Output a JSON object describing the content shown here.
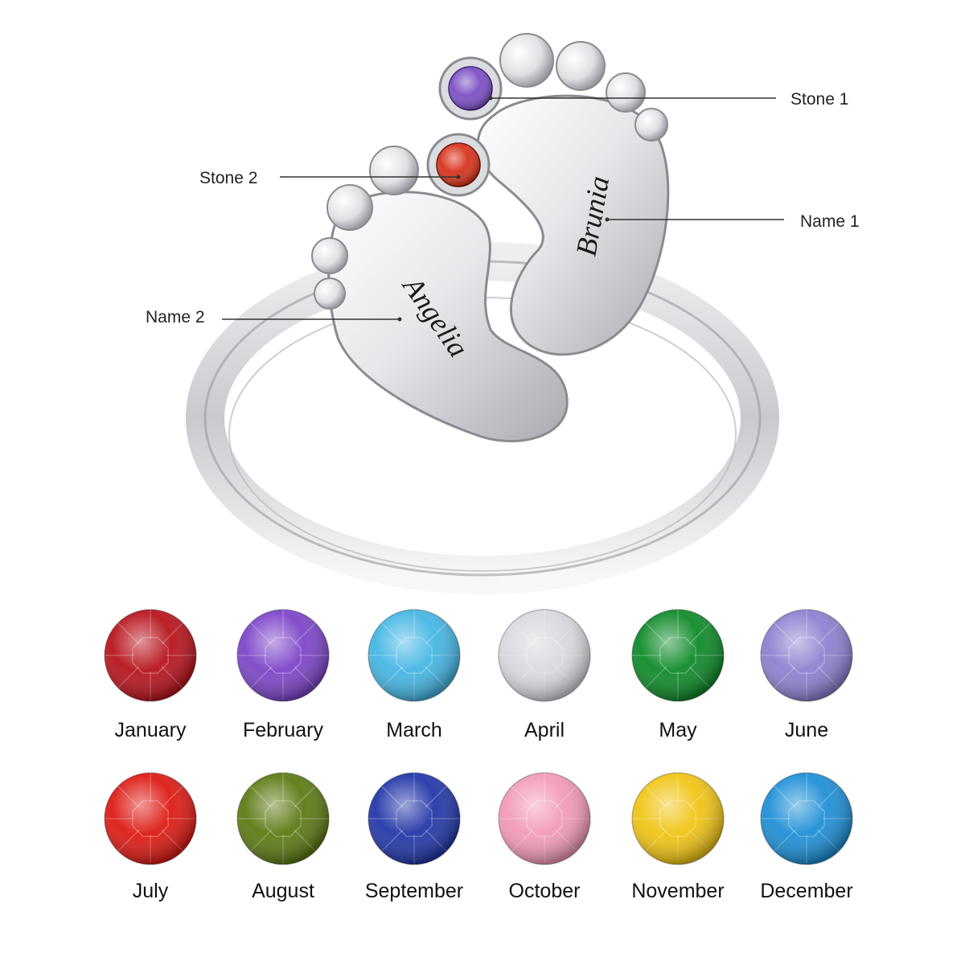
{
  "ring": {
    "name_1": "Brunia",
    "name_2": "Angelia",
    "stone_1_color": "#7b4fc4",
    "stone_2_color": "#d8321c",
    "metal_light": "#f4f4f6",
    "metal_dark": "#8c8d92"
  },
  "callouts": {
    "stone_1": "Stone 1",
    "stone_2": "Stone 2",
    "name_1": "Name 1",
    "name_2": "Name 2"
  },
  "birthstones": [
    {
      "month": "January",
      "color": "#b8131c"
    },
    {
      "month": "February",
      "color": "#7d45c8"
    },
    {
      "month": "March",
      "color": "#45b6e4"
    },
    {
      "month": "April",
      "color": "#d8d8de"
    },
    {
      "month": "May",
      "color": "#0f8a2a"
    },
    {
      "month": "June",
      "color": "#8f80d0"
    },
    {
      "month": "July",
      "color": "#dd1a14"
    },
    {
      "month": "August",
      "color": "#5d7a14"
    },
    {
      "month": "September",
      "color": "#2337a8"
    },
    {
      "month": "October",
      "color": "#f29ab8"
    },
    {
      "month": "November",
      "color": "#f0c414"
    },
    {
      "month": "December",
      "color": "#1e8fd6"
    }
  ]
}
